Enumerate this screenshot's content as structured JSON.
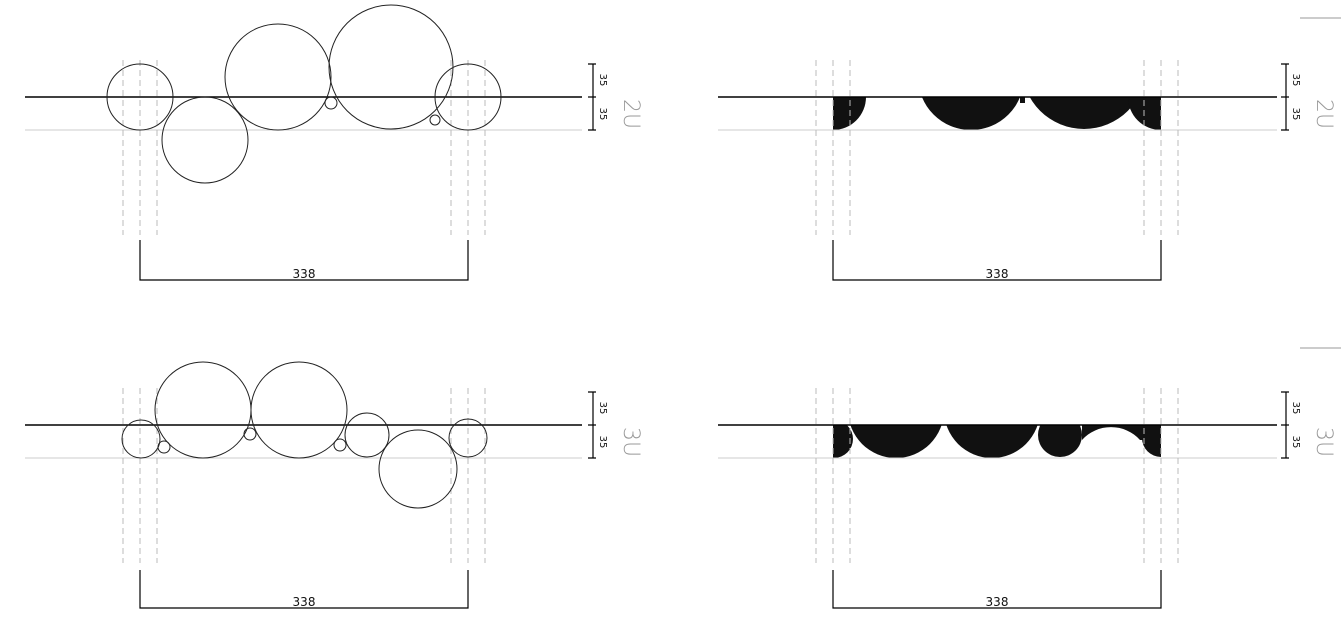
{
  "drawings": [
    {
      "id": "2u-circles",
      "dimension": "338"
    },
    {
      "id": "2u-profile",
      "dimension": "338",
      "offset_top": "35",
      "offset_bottom": "35",
      "label": "2U"
    },
    {
      "id": "3u-circles",
      "dimension": "338"
    },
    {
      "id": "3u-profile",
      "dimension": "338",
      "offset_top": "35",
      "offset_bottom": "35",
      "label": "3U"
    }
  ],
  "left_scales": [
    {
      "offset_top": "35",
      "offset_bottom": "35",
      "label": "2U"
    },
    {
      "offset_top": "35",
      "offset_bottom": "35",
      "label": "3U"
    }
  ],
  "colors": {
    "line": "#000000",
    "guide": "#cccccc",
    "fill": "#111111"
  }
}
